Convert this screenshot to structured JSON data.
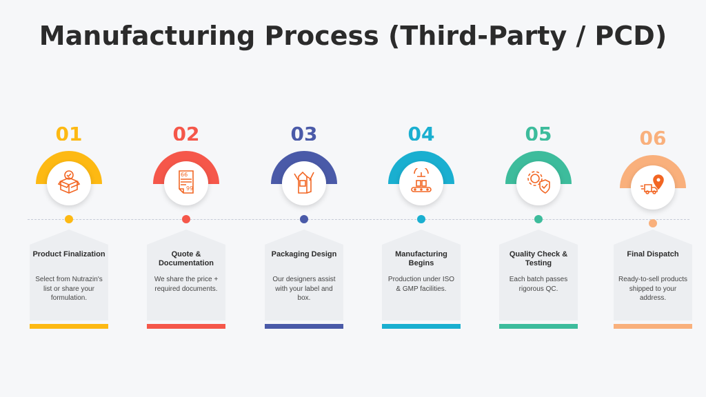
{
  "title": "Manufacturing Process (Third-Party / PCD)",
  "steps": [
    {
      "number": "01",
      "title": "Product Finalization",
      "description": "Select from Nutrazin's list or share your formulation.",
      "color": "#fdb913",
      "icon": "box-check-icon"
    },
    {
      "number": "02",
      "title": "Quote & Documentation",
      "description": "We share the price + required documents.",
      "color": "#f5574a",
      "icon": "quote-document-icon"
    },
    {
      "number": "03",
      "title": "Packaging Design",
      "description": "Our designers assist with your label and box.",
      "color": "#4a5aa8",
      "icon": "packaging-design-icon"
    },
    {
      "number": "04",
      "title": "Manufacturing Begins",
      "description": "Production under ISO & GMP facilities.",
      "color": "#1aafd0",
      "icon": "factory-conveyor-icon"
    },
    {
      "number": "05",
      "title": "Quality Check & Testing",
      "description": "Each batch passes rigorous QC.",
      "color": "#3dbc9c",
      "icon": "gear-shield-check-icon"
    },
    {
      "number": "06",
      "title": "Final Dispatch",
      "description": "Ready-to-sell products shipped to your address.",
      "color": "#f9b07c",
      "icon": "delivery-truck-pin-icon"
    }
  ],
  "icon_color": "#f26522"
}
